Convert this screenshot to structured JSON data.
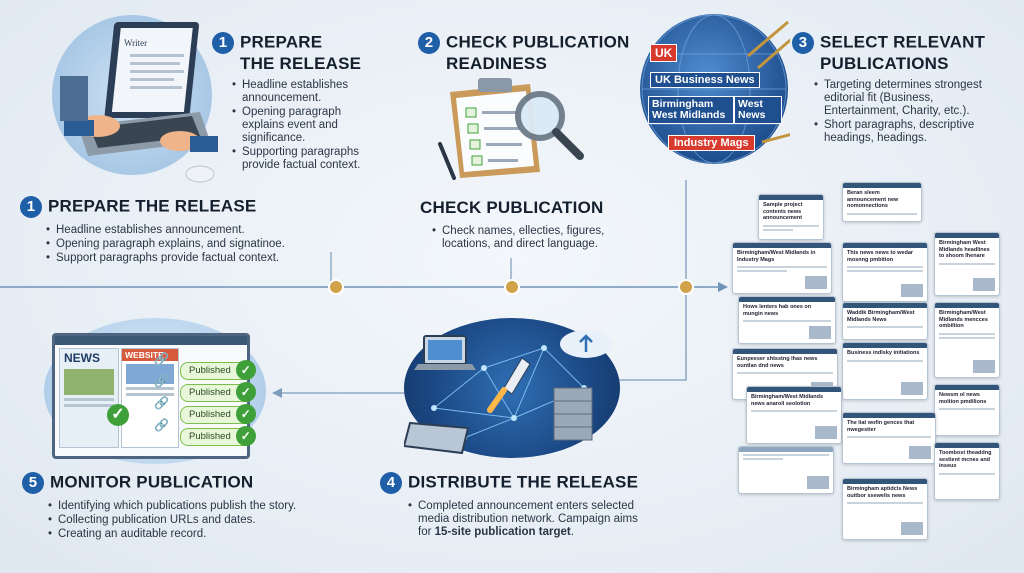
{
  "steps": {
    "s1top": {
      "num": "1",
      "title_line1": "PREPARE",
      "title_line2": "THE RELEASE",
      "bullets": [
        "Headline establishes announcement.",
        "Opening paragraph explains event and significance.",
        "Supporting paragraphs provide factual context."
      ]
    },
    "s2top": {
      "num": "2",
      "title_line1": "CHECK PUBLICATION",
      "title_line2": "READINESS"
    },
    "s3top": {
      "num": "3",
      "title_line1": "SELECT RELEVANT",
      "title_line2": "PUBLICATIONS",
      "bullets": [
        "Targeting determines strongest editorial fit (Business, Entertainment, Charity, etc.).",
        "Short paragraphs, descriptive headings, headings."
      ]
    },
    "s1mid": {
      "num": "1",
      "title": "PREPARE THE RELEASE",
      "bullets": [
        "Headline establishes announcement.",
        "Opening paragraph explains, and signatinoe.",
        "Support paragraphs provide factual context."
      ]
    },
    "s2mid": {
      "title": "CHECK PUBLICATION",
      "bullets": [
        "Check names, ellecties, figures,",
        "locations, and direct language."
      ]
    },
    "s5": {
      "num": "5",
      "title": "MONITOR PUBLICATION",
      "bullets": [
        "Identifying which publications publish the story.",
        "Collecting publication URLs and dates.",
        "Creating an auditable record."
      ]
    },
    "s4": {
      "num": "4",
      "title": "DISTRIBUTE THE RELEASE",
      "line1": "Completed announcement enters selected",
      "line2": "media distribution network. Campaign aims",
      "line3_pre": "for ",
      "line3_bold": "15-site publication target",
      "line3_post": "."
    }
  },
  "illustrations": {
    "laptop_screen_text": "Writer",
    "pub_labels": [
      "UK",
      "UK Business News",
      "Birmingham West Midlands",
      "West News",
      "Industry Mags"
    ],
    "monitor_news": "NEWS",
    "monitor_website": "WEBSITE",
    "published_label": "Published"
  },
  "pub_cards": [
    "Sample project contents news announcement",
    "Beran sleem announcement new nomonnections",
    "Birmingham/West Midlands in Industry Mags",
    "This news news to wedar mosnng pmbition",
    "Birmingham West Midlands headlines to shoom Ihenare",
    "Hows lenters hab ones on mungin news",
    "Waddik Birmingham/West Midlands News",
    "Birmingham/West Midlands mencces ombiltion",
    "Eunpeeser shtsstng lhas news ountlan dnd news",
    "Business indlsky initiations",
    "Birmingham/West Midlands news anaroil seolotion",
    "Newsm ol news moltion pmdilions",
    "The liat wofin gences that nwegestier",
    "Toombost theaddng sestient mcnes and inseus",
    "Birmingham aptidcis News ouitbor ssewelis news"
  ],
  "colors": {
    "accent": "#1f5fa8",
    "timeline": "#5b86b0",
    "node": "#d2a24a",
    "check": "#3fa03a"
  }
}
